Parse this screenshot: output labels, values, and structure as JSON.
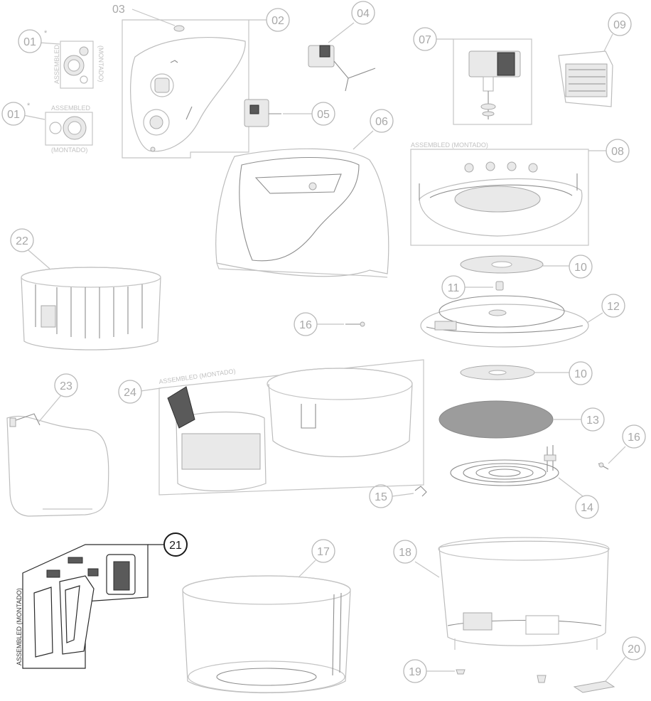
{
  "callouts": {
    "c01a": "01",
    "c01b": "01",
    "c02": "02",
    "c03": "03",
    "c04": "04",
    "c05": "05",
    "c06": "06",
    "c07": "07",
    "c08": "08",
    "c09": "09",
    "c10a": "10",
    "c10b": "10",
    "c11": "11",
    "c12": "12",
    "c13": "13",
    "c14": "14",
    "c15": "15",
    "c16a": "16",
    "c16b": "16",
    "c17": "17",
    "c18": "18",
    "c19": "19",
    "c20": "20",
    "c21": "21",
    "c22": "22",
    "c23": "23",
    "c24": "24"
  },
  "markers": {
    "star_a": "*",
    "star_b": "*"
  },
  "assembled_labels": {
    "p01a_left": "ASSEMBLED",
    "p01a_right": "(MONTADO)",
    "p01b_top": "ASSEMBLED",
    "p01b_bottom": "(MONTADO)",
    "p08": "ASSEMBLED (MONTADO)",
    "p24": "ASSEMBLED (MONTADO)",
    "p21": "ASSEMBLED (MONTADO)"
  },
  "colors": {
    "line_light": "#c4c4c4",
    "line_dark": "#2a2a2a",
    "highlight_callout": "#1a1a1a",
    "filter_mesh": "#9c9c9c"
  }
}
